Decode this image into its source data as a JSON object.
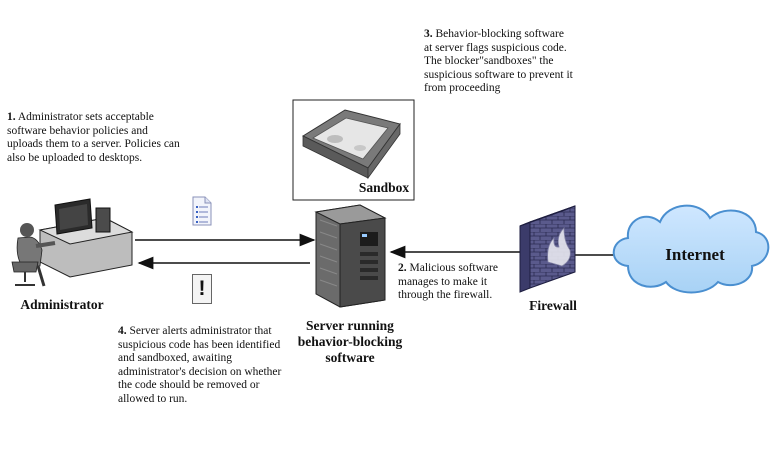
{
  "steps": [
    {
      "num": "1.",
      "text": "Administrator sets acceptable software behavior policies and uploads them to a server. Policies can also be uploaded to desktops."
    },
    {
      "num": "2.",
      "text": "Malicious software manages to make it through the firewall."
    },
    {
      "num": "3.",
      "text": "Behavior-blocking software at server flags suspicious code. The blocker\"sandboxes\" the suspicious software to prevent it from proceeding"
    },
    {
      "num": "4.",
      "text": "Server alerts administrator that suspicious code has been identified and sandboxed, awaiting administrator's decision on whether the code should be removed or allowed to run."
    }
  ],
  "labels": {
    "administrator": "Administrator",
    "server": "Server running behavior-blocking software",
    "firewall": "Firewall",
    "internet": "Internet",
    "sandbox": "Sandbox"
  },
  "icons": {
    "alert_glyph": "!"
  }
}
